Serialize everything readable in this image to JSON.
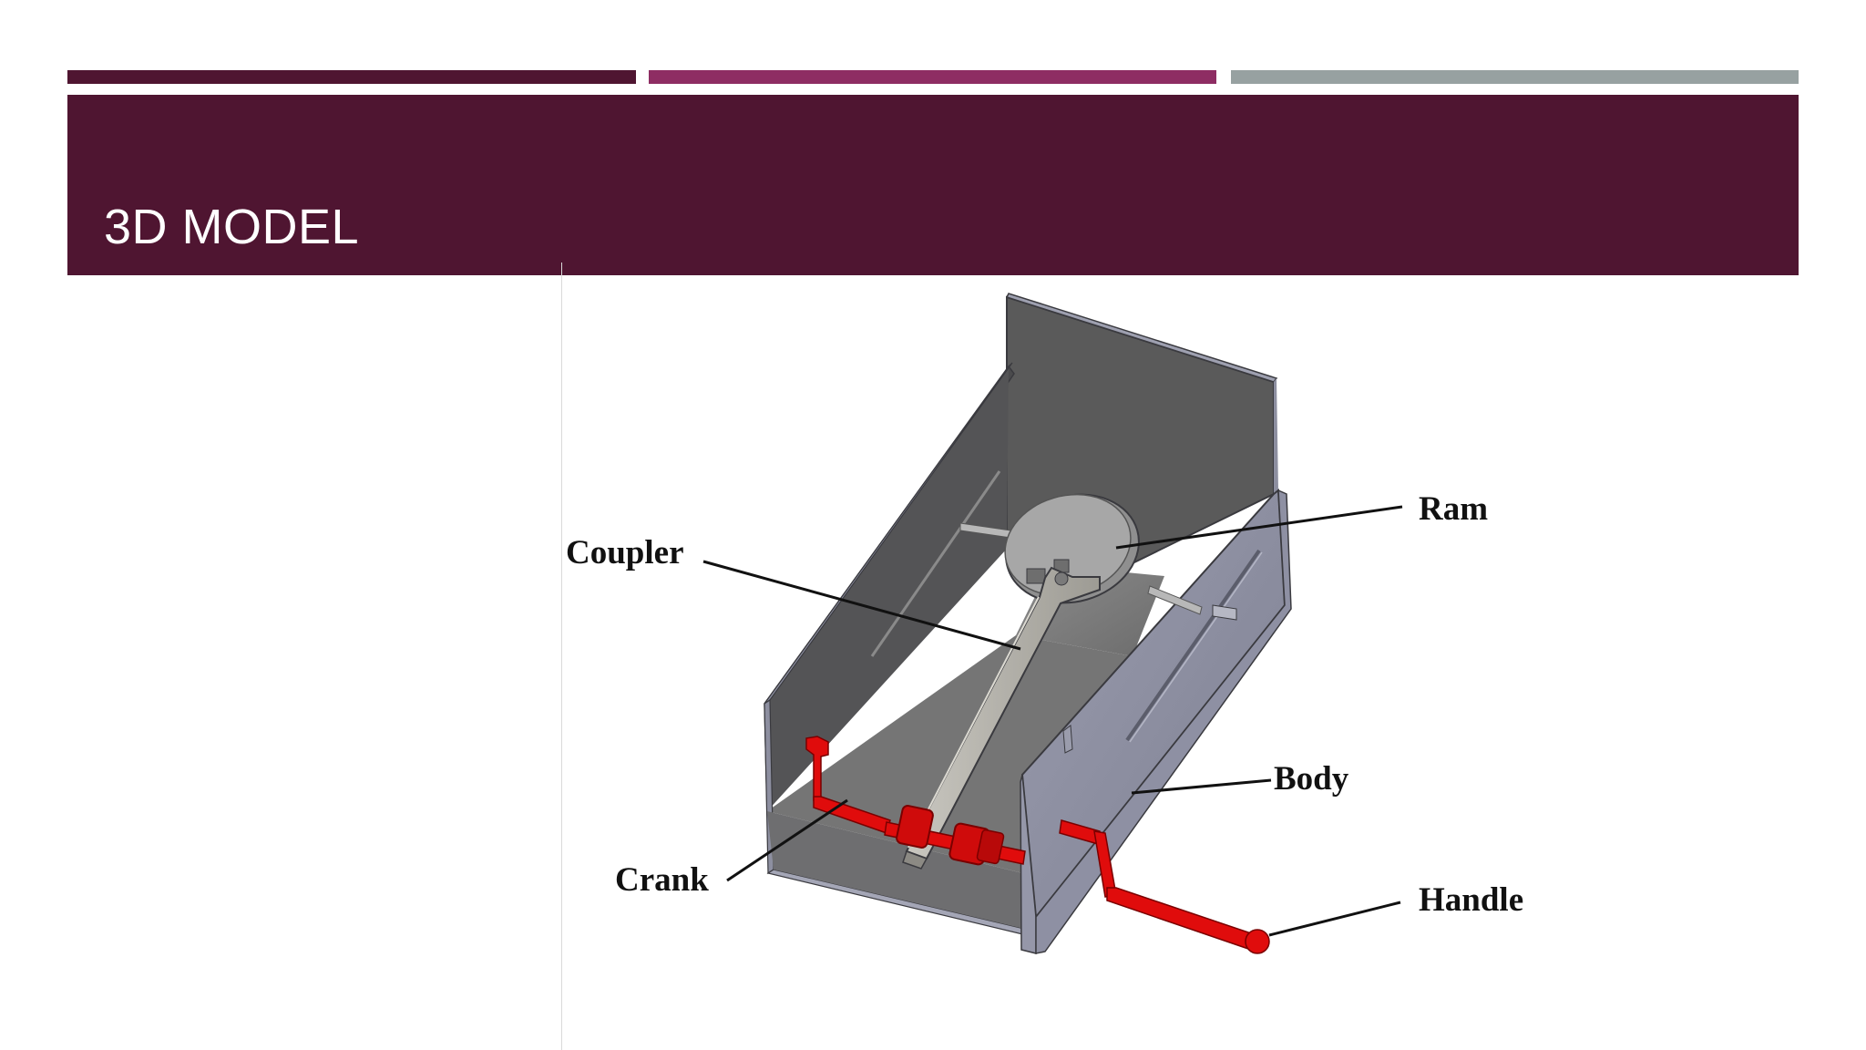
{
  "slide": {
    "title": "3D MODEL"
  },
  "colors": {
    "title_band": "#4F1531",
    "accent_bar_1": "#4F1531",
    "accent_bar_2": "#8E2D63",
    "accent_bar_3": "#97A1A1",
    "mechanism_red": "#E00C0C",
    "body_panel": "#8A8A99",
    "body_interior": "#545454",
    "coupler_gray": "#B2B0A8"
  },
  "figure": {
    "labels": {
      "ram": "Ram",
      "coupler": "Coupler",
      "body": "Body",
      "crank": "Crank",
      "handle": "Handle"
    }
  }
}
